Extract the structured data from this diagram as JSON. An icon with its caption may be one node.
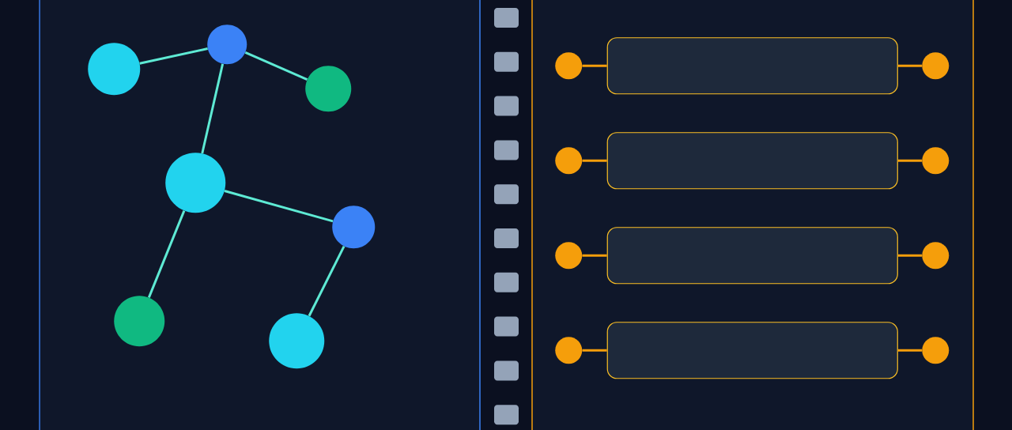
{
  "diagram": {
    "nodes": [
      {
        "text": [],
        "shape": "box"
      },
      {
        "text": [],
        "shape": "circle",
        "in": 0
      },
      {
        "text": [],
        "shape": "circle",
        "in": 0
      },
      {
        "text": [],
        "shape": "circle",
        "in": 0
      },
      {
        "text": [],
        "shape": "circle",
        "in": 0
      },
      {
        "text": [],
        "shape": "circle",
        "in": 0
      },
      {
        "text": [],
        "shape": "circle",
        "in": 0
      },
      {
        "text": [],
        "shape": "circle",
        "in": 0
      },
      {
        "text": [],
        "shape": "box"
      },
      {
        "text": [],
        "shape": "circle",
        "in": 8
      },
      {
        "text": [],
        "shape": "box",
        "in": 8
      },
      {
        "text": [],
        "shape": "circle",
        "in": 8
      },
      {
        "text": [],
        "shape": "circle",
        "in": 8
      },
      {
        "text": [],
        "shape": "box",
        "in": 8
      },
      {
        "text": [],
        "shape": "circle",
        "in": 8
      },
      {
        "text": [],
        "shape": "circle",
        "in": 8
      },
      {
        "text": [],
        "shape": "box",
        "in": 8
      },
      {
        "text": [],
        "shape": "circle",
        "in": 8
      },
      {
        "text": [],
        "shape": "circle",
        "in": 8
      },
      {
        "text": [],
        "shape": "box",
        "in": 8
      },
      {
        "text": [],
        "shape": "circle",
        "in": 8
      }
    ],
    "edges": [
      {
        "from": 1,
        "to": 2,
        "arrow": "none",
        "color": "#5eead4"
      },
      {
        "from": 2,
        "to": 3,
        "arrow": "none",
        "color": "#5eead4"
      },
      {
        "from": 2,
        "to": 4,
        "arrow": "none",
        "color": "#5eead4"
      },
      {
        "from": 4,
        "to": 5,
        "arrow": "none",
        "color": "#5eead4"
      },
      {
        "from": 4,
        "to": 6,
        "arrow": "none",
        "color": "#5eead4"
      },
      {
        "from": 5,
        "to": 7,
        "arrow": "none",
        "color": "#5eead4"
      },
      {
        "from": 9,
        "to": 10,
        "arrow": "none"
      },
      {
        "from": 10,
        "to": 11,
        "arrow": "none"
      },
      {
        "from": 12,
        "to": 13,
        "arrow": "none"
      },
      {
        "from": 13,
        "to": 14,
        "arrow": "none"
      },
      {
        "from": 15,
        "to": 16,
        "arrow": "none"
      },
      {
        "from": 16,
        "to": 17,
        "arrow": "none"
      },
      {
        "from": 18,
        "to": 19,
        "arrow": "none"
      },
      {
        "from": 19,
        "to": 20,
        "arrow": "none"
      }
    ]
  }
}
